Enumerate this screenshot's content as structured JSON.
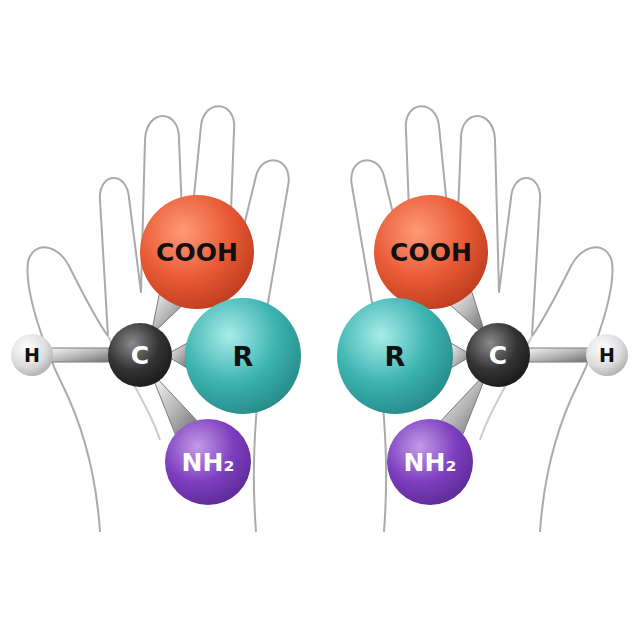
{
  "diagram": {
    "nodes": [
      {
        "text": [
          "COOH"
        ]
      },
      {
        "text": [
          "H"
        ]
      },
      {
        "text": [
          "C"
        ]
      },
      {
        "text": [
          "R"
        ]
      },
      {
        "text": [
          "NH₂"
        ]
      },
      {
        "text": [
          "COOH"
        ]
      },
      {
        "text": [
          "R"
        ]
      },
      {
        "text": [
          "C"
        ]
      },
      {
        "text": [
          "H"
        ]
      },
      {
        "text": [
          "NH₂"
        ]
      }
    ],
    "edges": [
      {
        "from": 2,
        "to": 1,
        "arrow": "none"
      },
      {
        "from": 2,
        "to": 0,
        "arrow": "none"
      },
      {
        "from": 2,
        "to": 3,
        "arrow": "none"
      },
      {
        "from": 2,
        "to": 4,
        "arrow": "none"
      },
      {
        "from": 7,
        "to": 8,
        "arrow": "none"
      },
      {
        "from": 7,
        "to": 5,
        "arrow": "none"
      },
      {
        "from": 7,
        "to": 6,
        "arrow": "none"
      },
      {
        "from": 7,
        "to": 9,
        "arrow": "none"
      }
    ]
  }
}
